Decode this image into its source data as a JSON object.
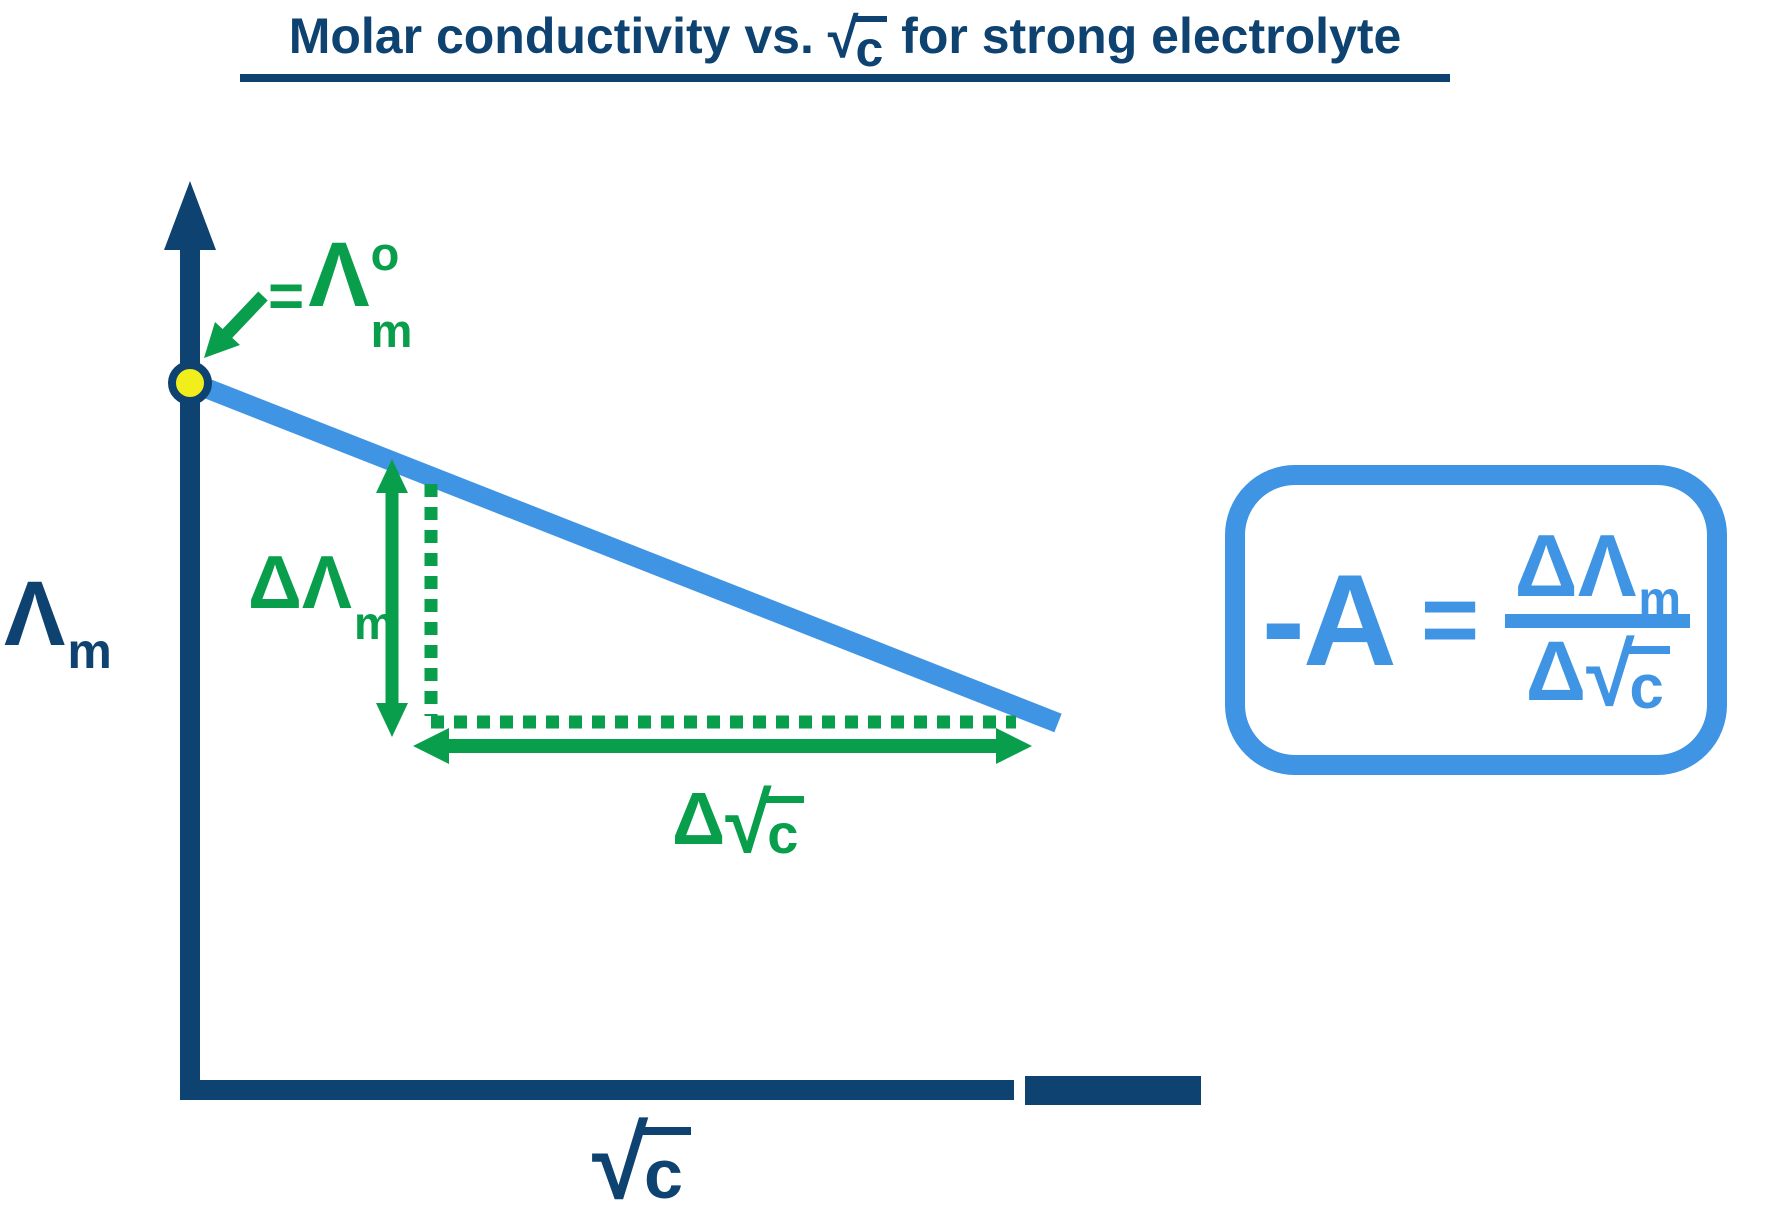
{
  "colors": {
    "navy": "#0e4371",
    "green": "#089e4c",
    "blue": "#4094e4",
    "yellow": "#f1ee1b"
  },
  "title": {
    "part1": "Molar conductivity vs. ",
    "sqrt_radical": "√",
    "sqrt_radicand": "c",
    "part2": " for strong electrolyte"
  },
  "axes": {
    "y_label": {
      "symbol": "Λ",
      "subscript": "m"
    },
    "x_label": {
      "radical": "√",
      "radicand": "c"
    }
  },
  "annotations": {
    "intercept": {
      "equals": "=",
      "symbol": "Λ",
      "superscript": "o",
      "subscript": "m"
    },
    "delta_lambda": {
      "text": "ΔΛ",
      "subscript": "m"
    },
    "delta_sqrt_c": {
      "delta": "Δ",
      "radical": "√",
      "radicand": "c"
    }
  },
  "formula": {
    "lhs": "-A",
    "equals": "=",
    "numerator": {
      "text": "ΔΛ",
      "subscript": "m"
    },
    "denominator": {
      "delta": "Δ",
      "radical": "√",
      "radicand": "c"
    }
  },
  "chart_data": {
    "type": "line",
    "title": "Molar conductivity vs. √c for strong electrolyte",
    "xlabel": "√c",
    "ylabel": "Λm",
    "x_tick_labels": [],
    "y_tick_labels": [],
    "grid": false,
    "legend": false,
    "series": [
      {
        "name": "Λm of strong electrolyte",
        "points_axis_fraction": [
          [
            0.0,
            0.79
          ],
          [
            0.86,
            0.41
          ]
        ],
        "description": "Straight line of negative slope -A; y-intercept at √c = 0 equals the limiting molar conductivity Λm° (marked with a yellow point)."
      }
    ],
    "annotations": [
      "Yellow point on y-axis labeled = Λm° (green arrow)",
      "Vertical green double arrow: ΔΛm (rise)",
      "Horizontal green double arrow: Δ√c (run)",
      "Boxed relation: -A = ΔΛm / Δ√c"
    ]
  }
}
